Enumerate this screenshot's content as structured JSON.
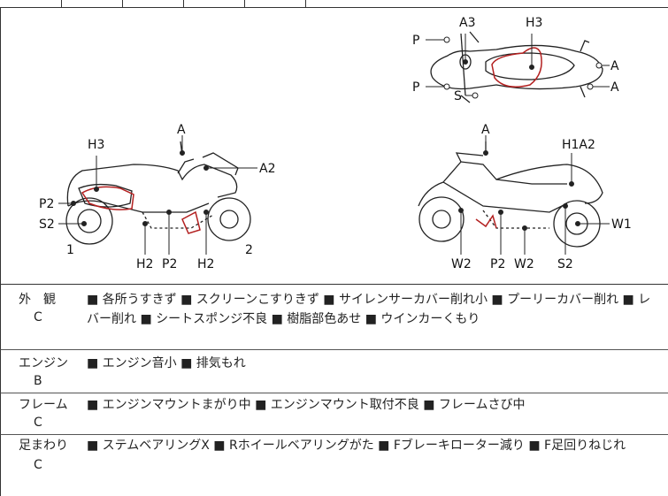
{
  "diagram": {
    "top_labels": {
      "a3": "A3",
      "h3": "H3",
      "p1": "P",
      "p2": "P",
      "s": "S",
      "a1": "A",
      "a2": "A"
    },
    "left_labels": {
      "a": "A",
      "h3": "H3",
      "a2": "A2",
      "p2": "P2",
      "s2": "S2",
      "one": "1",
      "h2a": "H2",
      "p2b": "P2",
      "h2b": "H2",
      "two": "2"
    },
    "right_labels": {
      "a": "A",
      "h1a2": "H1A2",
      "w1": "W1",
      "w2a": "W2",
      "p2": "P2",
      "w2b": "W2",
      "s2": "S2"
    }
  },
  "sections": [
    {
      "category": "外　観",
      "grade": "C",
      "text": "■ 各所うすきず ■ スクリーンこすりきず ■ サイレンサーカバー削れ小 ■ プーリーカバー削れ ■ レバー削れ ■ シートスポンジ不良 ■ 樹脂部色あせ ■ ウインカーくもり"
    },
    {
      "category": "エンジン",
      "grade": "B",
      "text": "■ エンジン音小 ■ 排気もれ"
    },
    {
      "category": "フレーム",
      "grade": "C",
      "text": "■ エンジンマウントまがり中 ■ エンジンマウント取付不良 ■ フレームさび中"
    },
    {
      "category": "足まわり",
      "grade": "C",
      "text": "■ ステムベアリングX ■ Rホイールベアリングがた ■ Fブレーキローター減り ■ F足回りねじれ"
    }
  ]
}
